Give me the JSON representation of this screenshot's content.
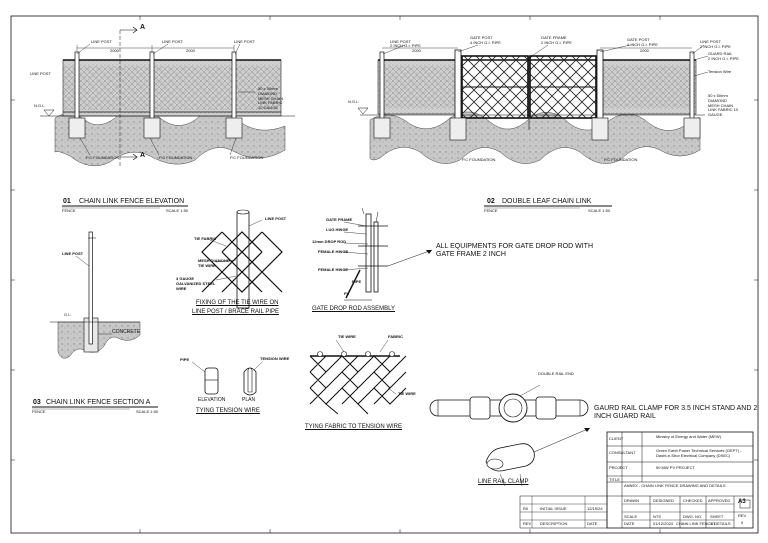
{
  "elevation": {
    "line_post_left": "LINE POST",
    "line_post_mid": "LINE POST",
    "line_post_right": "LINE POST",
    "line_post_side": "LINE POST",
    "dim_1": "2000",
    "dim_2": "2000",
    "section_mark_top": "A",
    "section_mark_bottom": "A",
    "mesh_note": "50 x 50mm DIAMOND MESH CHAIN LINK FABRIC 10 GAUGE",
    "ngl": "N.G.L",
    "foundation_1": "P.C FOUNDATION",
    "foundation_2": "P.C FOUNDATION",
    "foundation_3": "P.C FOUNDATION"
  },
  "gate": {
    "line_post_left": "LINE POST",
    "line_post_sub": "2 INCH G.I. PIPE",
    "gate_post_left": "GATE POST",
    "gate_post_left_sub": "4 INCH G.I. PIPE",
    "gate_frame": "GATE FRAME",
    "gate_frame_sub": "2 INCH G.I. PIPE",
    "gate_post_right": "GATE POST",
    "gate_post_right_sub": "4 INCH G.I. PIPE",
    "line_post_right": "LINE POST",
    "line_post_right_sub": "2 INCH G.I. PIPE",
    "guard_rail": "GUARD RAIL",
    "guard_rail_sub": "2 INCH G.I. PIPE",
    "tension_wire": "Tension Wire",
    "mesh_note": "50 x 50mm DIAMOND MESH CHAIN LINK FABRIC 10 GAUGE",
    "ngl": "N.G.L",
    "foundation_1": "P.C FOUNDATION",
    "foundation_2": "P.C FOUNDATION",
    "dim_1": "2000",
    "dim_2": "2000"
  },
  "titles": {
    "t01_num": "01",
    "t01": "CHAIN LINK FENCE ELEVATION",
    "t01_ref": "FENCE",
    "t01_scale": "SCALE 1:50",
    "t02_num": "02",
    "t02": "DOUBLE LEAF CHAIN LINK",
    "t02_ref": "FENCE",
    "t02_scale": "SCALE 1:50",
    "t03_num": "03",
    "t03": "CHAIN LINK FENCE SECTION A",
    "t03_ref": "FENCE",
    "t03_scale": "SCALE 1:50",
    "tie_wire": "FIXING OF THE TIE WIRE ON",
    "tie_wire_2": "LINE POST / BRACE RAIL PIPE",
    "drop_rod": "GATE DROP ROD ASSEMBLY",
    "tying_tension": "TYING TENSION WIRE",
    "tying_fabric": "TYING FABRIC TO TENSION WIRE",
    "rail_clamp": "LINE RAIL CLAMP"
  },
  "details": {
    "line_post": "LINE POST",
    "concrete": "CONCRETE",
    "gl": "G.L",
    "tie_fabric": "TIE FABRIC",
    "tie_line_post": "LINE POST",
    "tie_mesh": "MESH DIAMOND",
    "tie_tie_wire": "TIE WIRE",
    "tie_galv": "3 GAUGE GALVANIZED STEEL WIRE",
    "drop_gate_frame": "GATE FRAME",
    "drop_lug_hinge": "LUG HINGE",
    "drop_rod": "12mm DROP ROD",
    "drop_female_hinge": "FEMALE HINGE",
    "drop_female_hinge_2": "FEMALE HINGE",
    "drop_pipe": "PIPE",
    "drop_fl": "FL",
    "drop_callout": "ALL EQUIPMENTS FOR GATE DROP ROD WITH GATE FRAME 2 INCH",
    "tt_pipe": "PIPE",
    "tt_tension": "TENSION WIRE",
    "tt_elevation": "ELEVATION",
    "tt_plan": "PLAN",
    "tf_tie_wire": "TIE WIRE",
    "tf_fabric": "FABRIC",
    "tf_tie": "TIE WIRE",
    "clamp_double": "DOUBLE RAIL END",
    "clamp_callout": "GAURD RAIL CLAMP FOR 3.5 INCH STAND AND 2 INCH GUARD RAIL"
  },
  "titleblock": {
    "client_label": "CLIENT",
    "client": "Ministry of Energy and Water (MEW)",
    "consultant_label": "CONSULTANT",
    "consultant": "Green Earth Power Technical Services (GEPT) - Dasht-e-Shor Electrical Company (DSEC)",
    "project_label": "PROJECT",
    "project": "50 MW PV PROJECT",
    "title_label": "TITLE",
    "title": "ANNEX - CHAIN LINK FENCE DRAWING AND DETAILS",
    "drawn": "DRAWN",
    "designed": "DESIGNED",
    "checked": "CHECKED",
    "approved": "APPROVED",
    "scale_label": "SCALE",
    "scale": "NTS",
    "sheet_label": "SHEET",
    "sheet": "1/1",
    "rev_label": "REV",
    "rev": "0",
    "dwg_label": "DWG. NO.",
    "dwg": "CHAIN LINK FENCE DETAILS",
    "date_label": "DATE",
    "date": "01/12/2024",
    "rev_row_1": "R0",
    "rev_row_1_desc": "INITIAL ISSUE",
    "rev_row_1_date": "12/19/24",
    "col_rev": "REV",
    "col_desc": "DESCRIPTION",
    "col_date": "DATE",
    "size": "A3"
  },
  "colors": {
    "line": "#111111",
    "hatch": "#9a9a9a",
    "soil": "#cfcfcf",
    "concrete": "#e6e6e6"
  }
}
